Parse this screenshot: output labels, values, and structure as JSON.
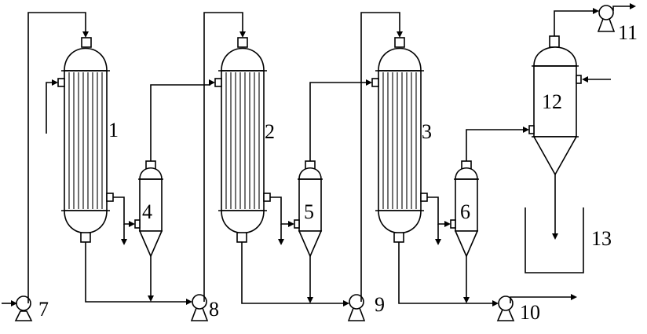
{
  "labels": {
    "evaporator_1": "1",
    "evaporator_2": "2",
    "evaporator_3": "3",
    "separator_4": "4",
    "separator_5": "5",
    "separator_6": "6",
    "pump_7": "7",
    "pump_8": "8",
    "pump_9": "9",
    "pump_10": "10",
    "pump_11": "11",
    "vessel_12": "12",
    "tank_13": "13"
  }
}
